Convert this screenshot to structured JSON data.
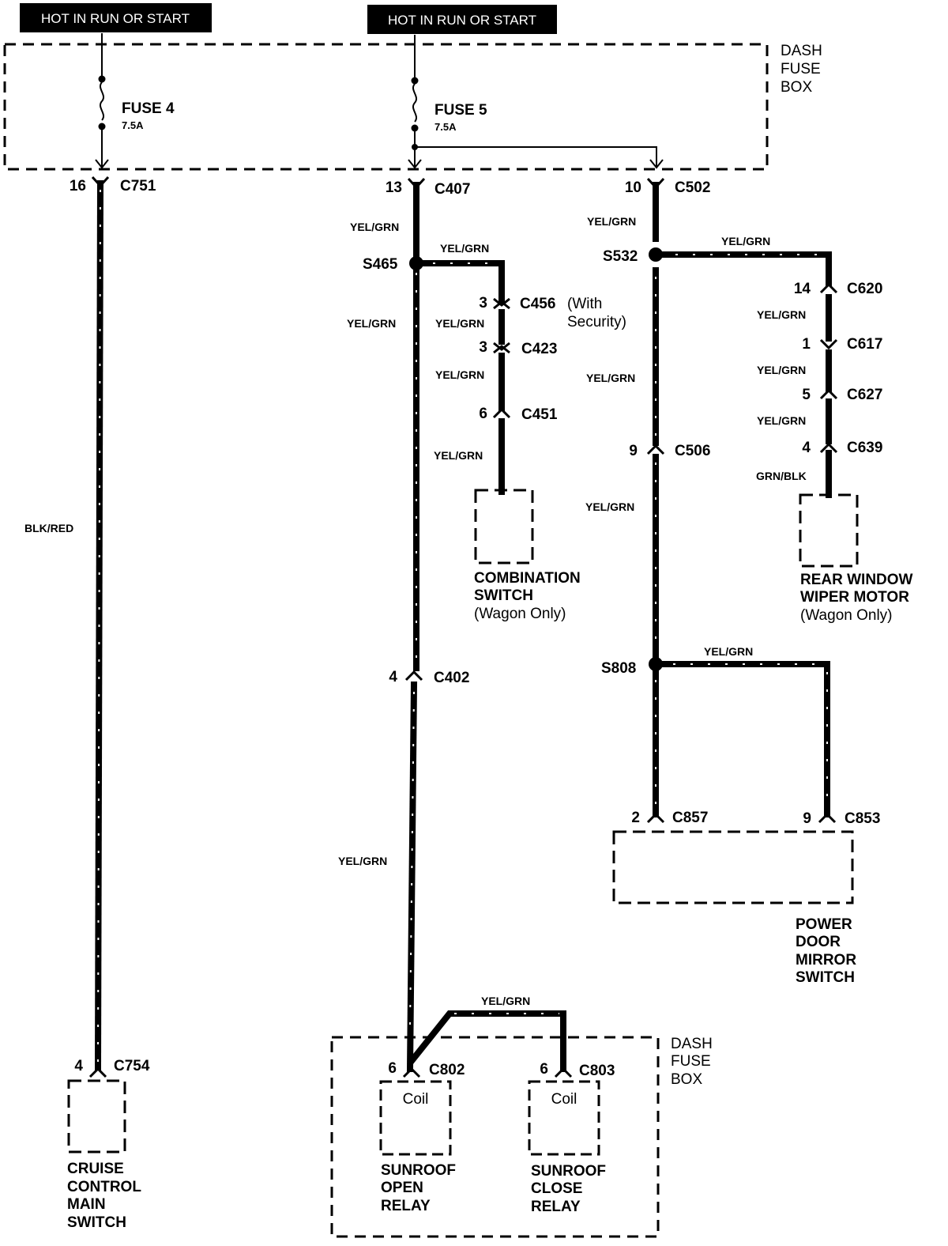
{
  "banners": [
    "HOT IN RUN OR START",
    "HOT IN RUN OR START"
  ],
  "dash_fuse_box": {
    "title": [
      "DASH",
      "FUSE",
      "BOX"
    ]
  },
  "fuses": [
    {
      "name": "FUSE 4",
      "rating": "7.5A"
    },
    {
      "name": "FUSE 5",
      "rating": "7.5A"
    }
  ],
  "connectors": {
    "c751": {
      "pin": "16",
      "id": "C751"
    },
    "c407": {
      "pin": "13",
      "id": "C407"
    },
    "c502": {
      "pin": "10",
      "id": "C502"
    },
    "c456": {
      "pin": "3",
      "id": "C456",
      "note": [
        "(With",
        "Security)"
      ]
    },
    "c423": {
      "pin": "3",
      "id": "C423"
    },
    "c451": {
      "pin": "6",
      "id": "C451"
    },
    "c620": {
      "pin": "14",
      "id": "C620"
    },
    "c617": {
      "pin": "1",
      "id": "C617"
    },
    "c627": {
      "pin": "5",
      "id": "C627"
    },
    "c639": {
      "pin": "4",
      "id": "C639"
    },
    "c506": {
      "pin": "9",
      "id": "C506"
    },
    "c402": {
      "pin": "4",
      "id": "C402"
    },
    "c857": {
      "pin": "2",
      "id": "C857"
    },
    "c853": {
      "pin": "9",
      "id": "C853"
    },
    "c754": {
      "pin": "4",
      "id": "C754"
    },
    "c802": {
      "pin": "6",
      "id": "C802"
    },
    "c803": {
      "pin": "6",
      "id": "C803"
    }
  },
  "splices": {
    "s465": "S465",
    "s532": "S532",
    "s808": "S808"
  },
  "wire_colors": {
    "blk_red": "BLK/RED",
    "yel_grn": "YEL/GRN",
    "grn_blk": "GRN/BLK"
  },
  "components": {
    "combination_switch": {
      "lines": [
        "COMBINATION",
        "SWITCH"
      ],
      "note": "(Wagon Only)"
    },
    "rear_wiper": {
      "lines": [
        "REAR WINDOW",
        "WIPER MOTOR"
      ],
      "note": "(Wagon Only)"
    },
    "power_mirror": {
      "lines": [
        "POWER",
        "DOOR",
        "MIRROR",
        "SWITCH"
      ]
    },
    "cruise_switch": {
      "lines": [
        "CRUISE",
        "CONTROL",
        "MAIN",
        "SWITCH"
      ]
    },
    "relay_box": {
      "title": [
        "DASH",
        "FUSE",
        "BOX"
      ]
    },
    "sunroof_open": {
      "coil": "Coil",
      "lines": [
        "SUNROOF",
        "OPEN",
        "RELAY"
      ]
    },
    "sunroof_close": {
      "coil": "Coil",
      "lines": [
        "SUNROOF",
        "CLOSE",
        "RELAY"
      ]
    }
  }
}
